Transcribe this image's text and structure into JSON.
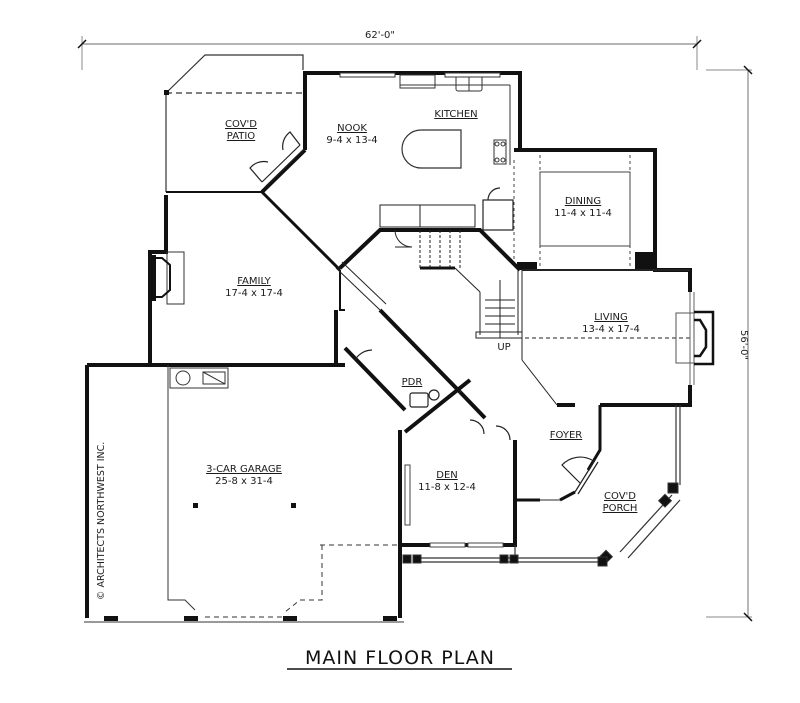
{
  "title": "MAIN FLOOR PLAN",
  "copyright": "© ARCHITECTS NORTHWEST INC.",
  "dimensions": {
    "width": "62'-0\"",
    "depth": "56'-0\""
  },
  "rooms": [
    {
      "name": "COV'D PATIO",
      "line1": "COV'D",
      "line2": "PATIO",
      "size": ""
    },
    {
      "name": "NOOK",
      "size": "9-4 x 13-4"
    },
    {
      "name": "KITCHEN",
      "size": ""
    },
    {
      "name": "DINING",
      "size": "11-4 x 11-4"
    },
    {
      "name": "FAMILY",
      "size": "17-4 x 17-4"
    },
    {
      "name": "LIVING",
      "size": "13-4 x 17-4"
    },
    {
      "name": "PDR",
      "size": ""
    },
    {
      "name": "FOYER",
      "size": ""
    },
    {
      "name": "3-CAR GARAGE",
      "size": "25-8 x 31-4"
    },
    {
      "name": "DEN",
      "size": "11-8 x 12-4"
    },
    {
      "name": "COV'D PORCH",
      "line1": "COV'D",
      "line2": "PORCH",
      "size": ""
    }
  ],
  "annotations": {
    "stair_up": "UP"
  },
  "colors": {
    "wall": "#111111",
    "thin_line": "#333333",
    "dim_line": "#888888",
    "background": "#ffffff"
  }
}
